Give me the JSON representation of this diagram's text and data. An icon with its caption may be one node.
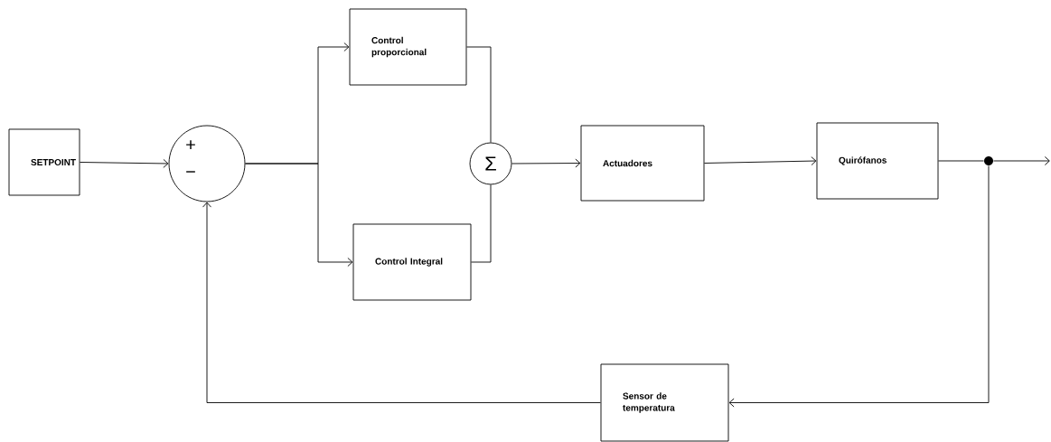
{
  "diagram": {
    "nodes": [
      {
        "text": [
          "SETPOINT"
        ]
      },
      {
        "text": [
          "+",
          "−"
        ]
      },
      {
        "text": [
          "Control proporcional"
        ]
      },
      {
        "text": [
          "Control Integral"
        ]
      },
      {
        "text": [
          "Σ"
        ]
      },
      {
        "text": [
          "Actuadores"
        ]
      },
      {
        "text": [
          "Quirófanos"
        ]
      },
      {
        "text": [],
        "shape": "circle"
      },
      {
        "text": [
          "Sensor de temperatura"
        ]
      }
    ],
    "edges": [
      {
        "from": 0,
        "to": 1,
        "arrow": "to"
      },
      {
        "from": 1,
        "to": 2,
        "arrow": "to"
      },
      {
        "from": 1,
        "to": 3,
        "arrow": "to"
      },
      {
        "from": 2,
        "to": 4,
        "arrow": "none"
      },
      {
        "from": 3,
        "to": 4,
        "arrow": "none"
      },
      {
        "from": 4,
        "to": 5,
        "arrow": "to"
      },
      {
        "from": 5,
        "to": 6,
        "arrow": "to"
      },
      {
        "from": 6,
        "to": 7,
        "arrow": "none"
      },
      {
        "from": 7,
        "to": null,
        "arrow": "to"
      },
      {
        "from": 7,
        "to": 8,
        "arrow": "to"
      },
      {
        "from": 8,
        "to": 1,
        "arrow": "to"
      }
    ]
  }
}
